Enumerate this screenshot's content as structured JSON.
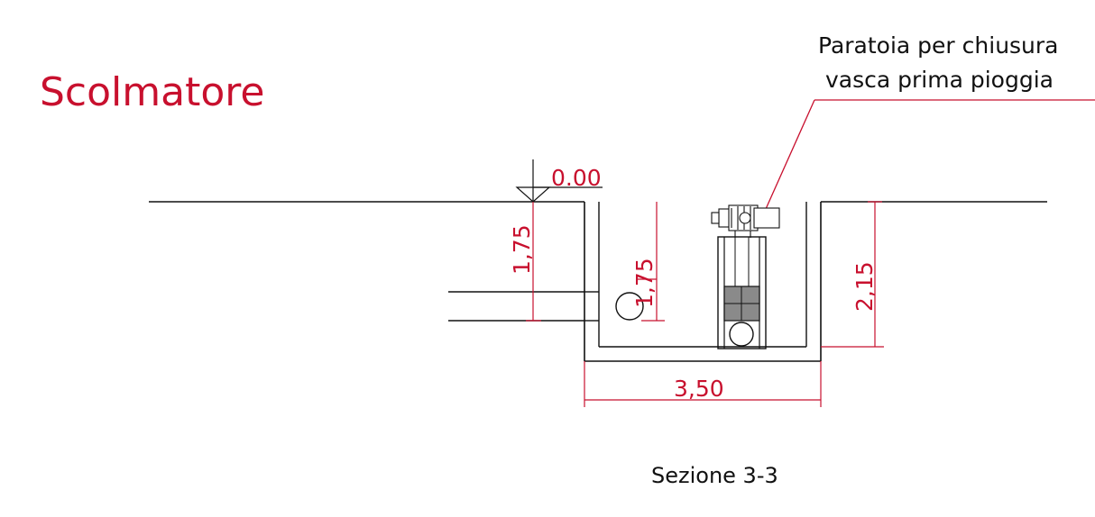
{
  "title": "Scolmatore",
  "callout": {
    "line1": "Paratoia per chiusura",
    "line2": "vasca prima pioggia"
  },
  "caption": "Sezione 3-3",
  "dimensions": {
    "level": "0.00",
    "pipe_depth": "1,75",
    "inner_depth": "1,75",
    "total_depth": "2,15",
    "width": "3,50"
  },
  "colors": {
    "annotation": "#c8102e",
    "lines": "#111111",
    "gate_fill": "#8a8a8a"
  }
}
